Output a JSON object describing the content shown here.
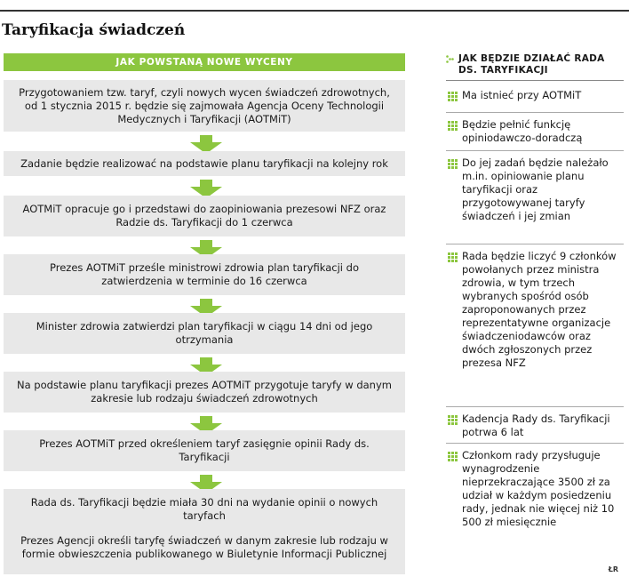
{
  "title": "Taryfikacja świadczeń",
  "flow": {
    "header": "Jak powstaną nowe wyceny",
    "steps": [
      "Przygotowaniem tzw. taryf, czyli nowych wycen świadczeń zdrowotnych, od 1 stycznia 2015 r. będzie się zajmowała Agencja Oceny Technologii Medycznych i Taryfikacji (AOTMiT)",
      "Zadanie będzie realizować na podstawie planu taryfikacji na kolejny rok",
      "AOTMiT opracuje go i przedstawi do zaopiniowania prezesowi NFZ oraz Radzie ds. Taryfikacji do 1 czerwca",
      "Prezes AOTMiT prześle ministrowi zdrowia plan taryfikacji do zatwierdzenia w terminie do 16 czerwca",
      "Minister zdrowia zatwierdzi plan taryfikacji w ciągu 14 dni od jego otrzymania",
      "Na podstawie planu taryfikacji prezes AOTMiT przygotuje taryfy w danym zakresie lub rodzaju świadczeń zdrowotnych",
      "Prezes AOTMiT przed określeniem taryf zasięgnie opinii Rady ds. Taryfikacji",
      "Rada ds. Taryfikacji będzie miała 30 dni na wydanie opinii o nowych taryfach",
      "Prezes Agencji określi taryfę świadczeń w danym zakresie lub rodzaju w formie obwieszczenia publikowanego w Biuletynie Informacji Publicznej"
    ]
  },
  "sidebar": {
    "header": "Jak będzie działać Rada ds. Taryfikacji",
    "items": [
      "Ma istnieć przy AOTMiT",
      "Będzie pełnić funkcję opiniodawczo-doradczą",
      "Do jej zadań będzie należało m.in. opiniowanie planu taryfikacji oraz przygotowywanej taryfy świadczeń i jej zmian",
      "Rada będzie liczyć 9 członków powołanych przez ministra zdrowia, w tym trzech wybranych spośród osób zaproponowanych przez reprezentatywne organizacje świadczeniodawców oraz dwóch zgłoszonych przez prezesa NFZ",
      "Kadencja Rady ds. Taryfikacji potrwa 6 lat",
      "Członkom rady przysługuje wynagrodzenie nieprzekraczające 3500 zł za udział w każdym posiedzeniu rady, jednak nie więcej niż 10 500 zł miesięcznie"
    ]
  },
  "footer": "ŁR",
  "colors": {
    "accent": "#8cc63f",
    "step_bg": "#e8e8e8"
  }
}
